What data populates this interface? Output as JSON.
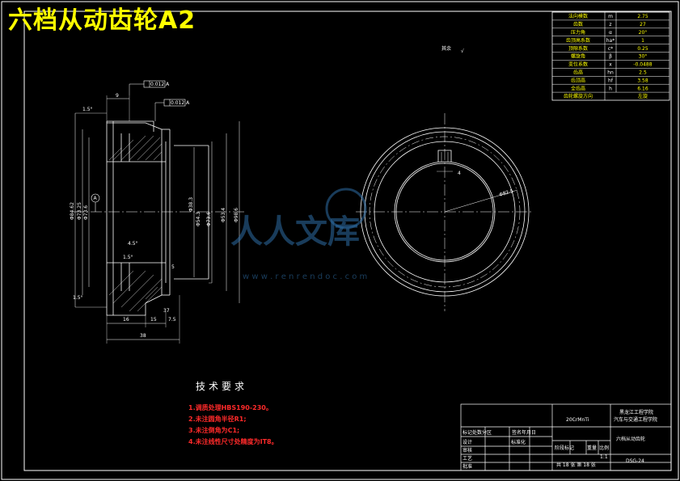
{
  "title": "六档从动齿轮A2",
  "param_table": {
    "rows": [
      {
        "name": "法向模数",
        "symbol": "m",
        "value": "2.75"
      },
      {
        "name": "齿数",
        "symbol": "z",
        "value": "27"
      },
      {
        "name": "压力角",
        "symbol": "α",
        "value": "20°"
      },
      {
        "name": "齿顶高系数",
        "symbol": "ha*",
        "value": "1"
      },
      {
        "name": "顶隙系数",
        "symbol": "c*",
        "value": "0.25"
      },
      {
        "name": "螺旋角",
        "symbol": "β",
        "value": "30°"
      },
      {
        "name": "变位系数",
        "symbol": "x",
        "value": "-0.0488"
      },
      {
        "name": "齿高",
        "symbol": "hn",
        "value": "2.5"
      },
      {
        "name": "齿顶高",
        "symbol": "hf",
        "value": "3.58"
      },
      {
        "name": "全齿高",
        "symbol": "h",
        "value": "6.16"
      },
      {
        "name": "齿轮螺旋方向",
        "symbol": "",
        "value": "左旋"
      }
    ]
  },
  "roughness_note": "其余",
  "roughness_symbol": "√",
  "datum_label": "A",
  "tolerance_frames": [
    "0.012 A",
    "0.012 A"
  ],
  "dims": {
    "d9": "9",
    "c_top": "1.5°",
    "d16": "16",
    "d15": "15",
    "d7_5": "7.5",
    "d38": "38",
    "d5": "5",
    "d37": "37",
    "ang1": "4.5°",
    "ang2": "1.5°",
    "ang3": "1.5°",
    "dia1": "Φ84.62",
    "dia2": "Φ73.25",
    "dia3": "Φ73.6",
    "dia4": "Φ38.3",
    "dia5": "Φ54.3",
    "dia6": "Φ73.6",
    "dia7": "Φ53.4",
    "dia8": "Φ98.6",
    "k4": "4",
    "rad": "Φ82.5"
  },
  "requirements": {
    "heading": "技术要求",
    "items": [
      "1.调质处理HBS190-230。",
      "2.未注圆角半径R1;",
      "3.未注倒角为C1;",
      "4.未注线性尺寸处精度为IT8。"
    ]
  },
  "title_block": {
    "material": "20CrMnTi",
    "school_line1": "黑龙江工程学院",
    "school_line2": "汽车与交通工程学院",
    "part_name": "六档从动齿轮",
    "stage_label": "阶段标记",
    "weight_label": "重量",
    "scale_label": "比例",
    "scale_value": "1:1",
    "sheet_info": "共 18 张 第 18 张",
    "drawing_no": "DSG-24",
    "rows": [
      "标记处数分区",
      "设计",
      "审核",
      "工艺",
      "批准"
    ],
    "sign_date": "标准化",
    "misc": "签名年月日"
  },
  "watermark": {
    "text": "人人文库",
    "url": "w w w . r e n r e n d o c . c o m"
  }
}
